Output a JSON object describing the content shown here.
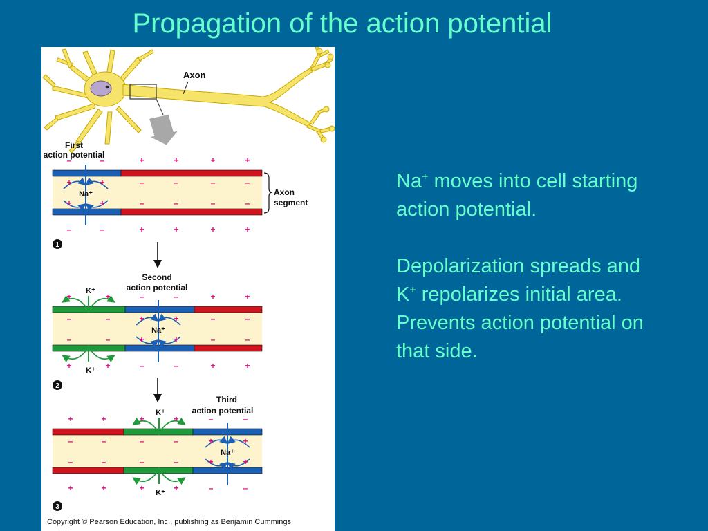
{
  "slide": {
    "title": "Propagation of the action potential",
    "caption": {
      "p1": {
        "ion": "Na",
        "charge": "+",
        "text": " moves into cell starting action potential."
      },
      "p2": {
        "lead": "Depolarization  spreads and K",
        "charge": "+",
        "tail": " repolarizes initial area.  Prevents action potential on that side."
      }
    }
  },
  "figure": {
    "labels": {
      "axon": "Axon",
      "first_ap_line1": "First",
      "first_ap_line2": "action potential",
      "axon_segment_line1": "Axon",
      "axon_segment_line2": "segment",
      "second_ap_line1": "Second",
      "second_ap_line2": "action potential",
      "third_ap_line1": "Third",
      "third_ap_line2": "action potential",
      "na_ion": "Na⁺",
      "k_ion": "K⁺",
      "plus": "+",
      "minus": "–"
    },
    "steps": [
      "1",
      "2",
      "3"
    ],
    "copyright": "Copyright © Pearson Education, Inc., publishing as Benjamin Cummings.",
    "colors": {
      "depolarized": "#1a5fb4",
      "resting": "#d0141e",
      "repolarized": "#1f9a3a",
      "cytoplasm": "#fdf3cc",
      "neuron": "#f6e36a",
      "nucleus": "#b7a7cf"
    }
  }
}
